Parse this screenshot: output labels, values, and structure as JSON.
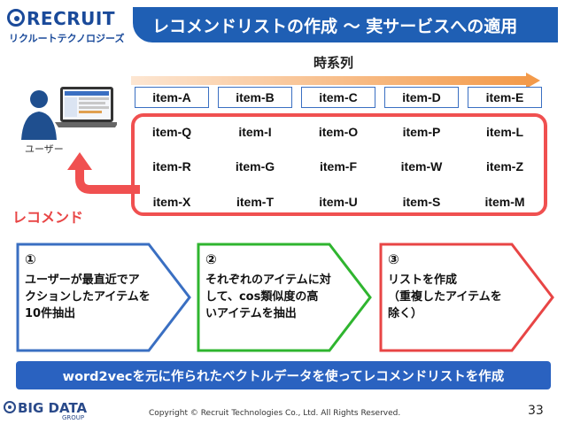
{
  "header": {
    "logo_main": "RECRUIT",
    "logo_sub": "リクルートテクノロジーズ",
    "title": "レコメンドリストの作成 ～ 実サービスへの適用"
  },
  "diagram": {
    "time_label": "時系列",
    "history_items": [
      "item-A",
      "item-B",
      "item-C",
      "item-D",
      "item-E"
    ],
    "recommend_columns": [
      [
        "item-Q",
        "item-R",
        "item-X"
      ],
      [
        "item-I",
        "item-G",
        "item-T"
      ],
      [
        "item-O",
        "item-F",
        "item-U"
      ],
      [
        "item-P",
        "item-W",
        "item-S"
      ],
      [
        "item-L",
        "item-Z",
        "item-M"
      ]
    ],
    "user_label": "ユーザー",
    "recommend_label": "レコメンド"
  },
  "steps": [
    {
      "num": "①",
      "lines": [
        "ユーザーが最直近でア",
        "クションしたアイテムを",
        "10件抽出"
      ],
      "color": "#3a6fc2"
    },
    {
      "num": "②",
      "lines": [
        "それぞれのアイテムに対",
        "して、cos類似度の高",
        "いアイテムを抽出"
      ],
      "color": "#2fb52f"
    },
    {
      "num": "③",
      "lines": [
        "リストを作成",
        "（重複したアイテムを",
        "除く）"
      ],
      "color": "#e84545"
    }
  ],
  "bottom_bar": "word2vecを元に作られたベクトルデータを使ってレコメンドリストを作成",
  "footer": {
    "logo": "BIG DATA",
    "logo_sub": "GROUP",
    "copyright": "Copyright © Recruit Technologies Co., Ltd. All Rights Reserved.",
    "page": "33"
  }
}
